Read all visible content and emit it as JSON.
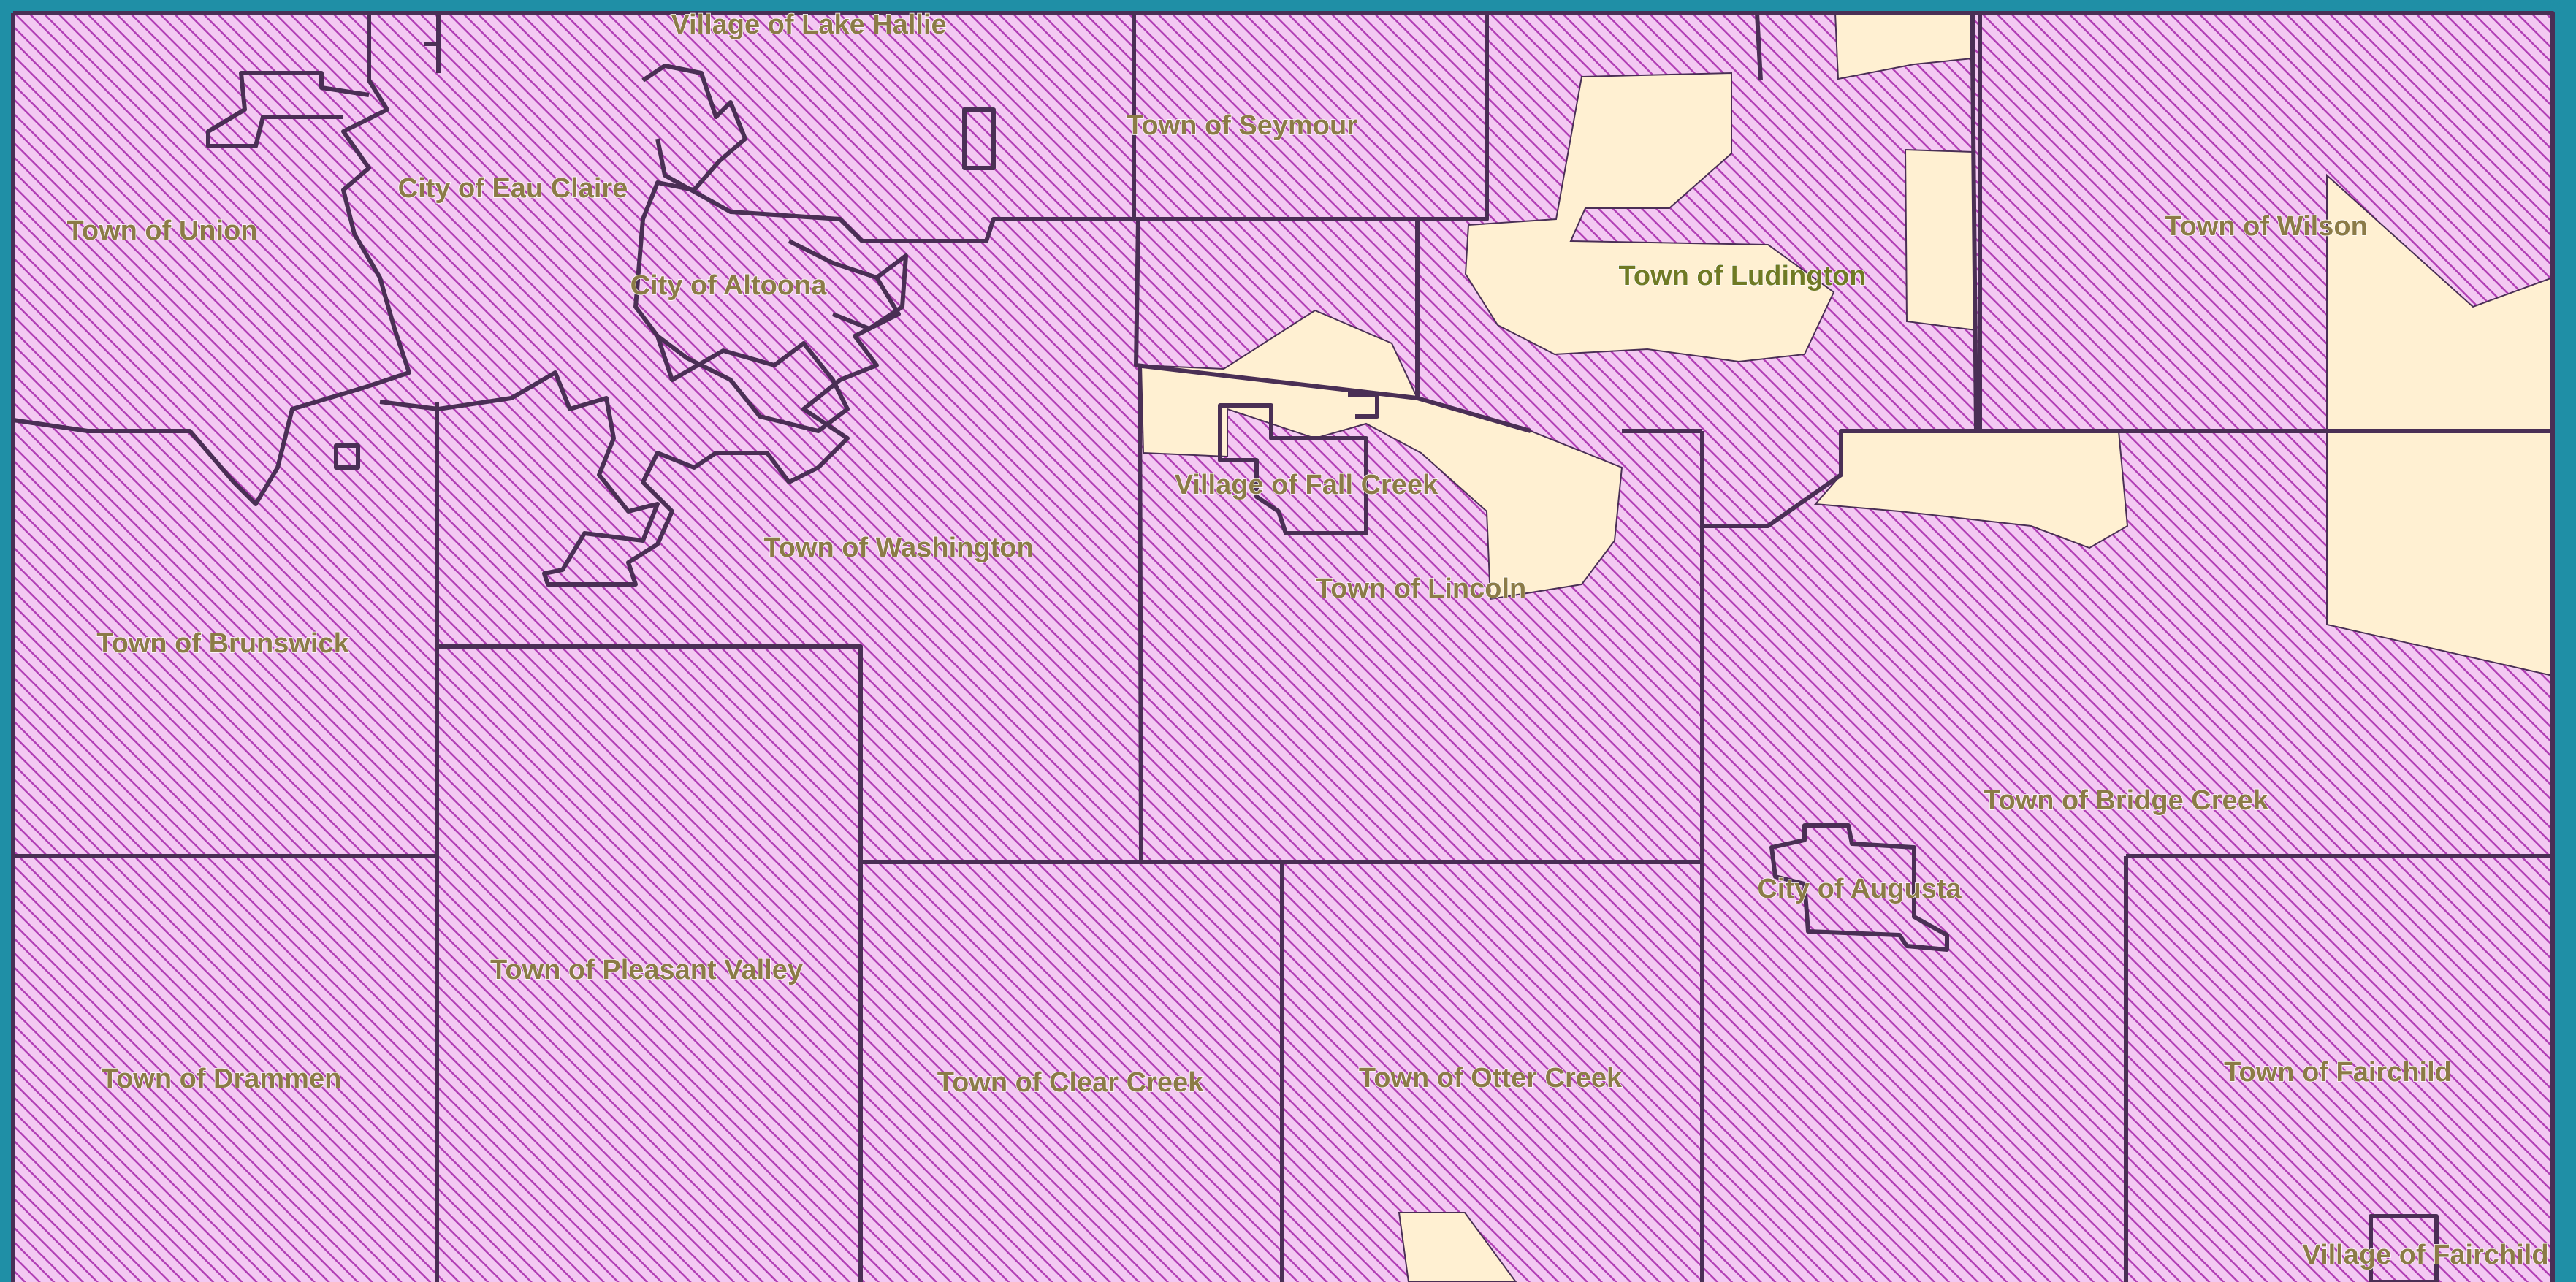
{
  "map": {
    "colors": {
      "frame": "#1f8fa6",
      "hatch_fill": "#f3c9f2",
      "hatch_line": "#b13fb5",
      "boundary": "#4a2f55",
      "unhatched": "#fff0d2",
      "label_town": "#8b7b47",
      "label_highlight": "#6f7a24"
    },
    "labels": {
      "village_lake_hallie": "Village of Lake Hallie",
      "town_union": "Town of Union",
      "city_eau_claire": "City of Eau Claire",
      "city_altoona": "City of Altoona",
      "town_seymour": "Town of Seymour",
      "town_ludington": "Town of Ludington",
      "town_wilson": "Town of Wilson",
      "village_fall_creek": "Village of Fall Creek",
      "town_washington": "Town of Washington",
      "town_lincoln": "Town of Lincoln",
      "town_brunswick": "Town of Brunswick",
      "town_bridge_creek": "Town of Bridge Creek",
      "city_augusta": "City of Augusta",
      "town_pleasant_valley": "Town of Pleasant Valley",
      "town_drammen": "Town of Drammen",
      "town_clear_creek": "Town of Clear Creek",
      "town_otter_creek": "Town of Otter Creek",
      "town_fairchild": "Town of Fairchild",
      "village_fairchild": "Village of Fairchild"
    }
  }
}
